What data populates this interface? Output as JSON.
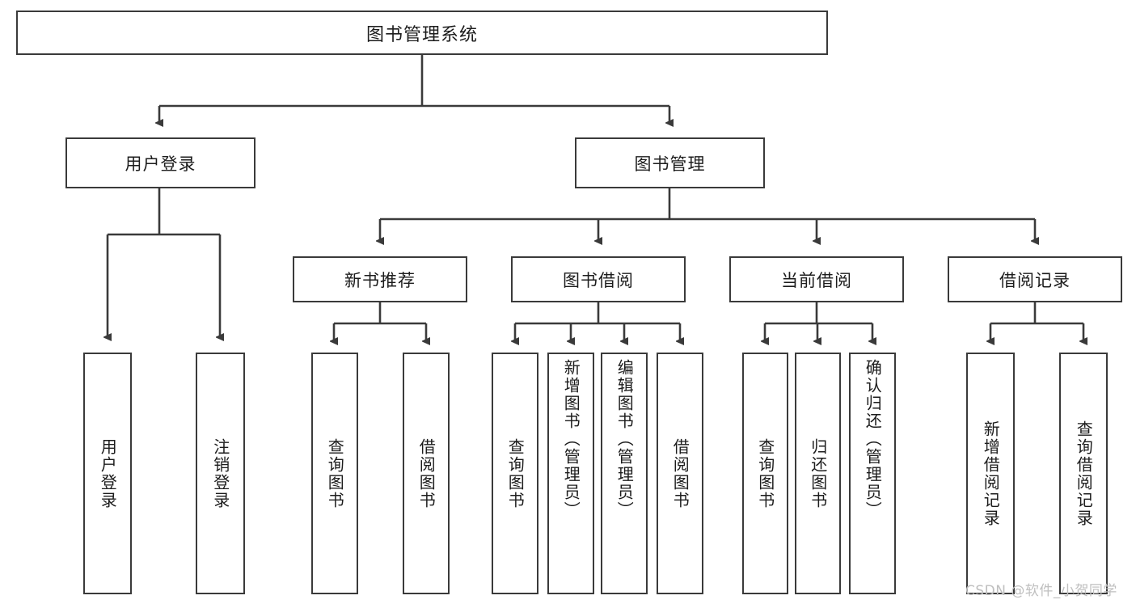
{
  "diagram": {
    "title": "图书管理系统",
    "type": "tree-structure-chart",
    "watermark": "CSDN @软件_小贺同学",
    "colors": {
      "box_border": "#3a3a3a",
      "box_fill": "#ffffff",
      "edge": "#3a3a3a",
      "text": "#1c1c1c",
      "watermark": "#bfbfbf",
      "background": "#ffffff"
    },
    "nodes": {
      "root": {
        "label": "图书管理系统"
      },
      "level2": [
        {
          "id": "user-login",
          "label": "用户登录"
        },
        {
          "id": "book-manage",
          "label": "图书管理"
        }
      ],
      "level3": [
        {
          "id": "new-book-recommend",
          "label": "新书推荐"
        },
        {
          "id": "book-borrow",
          "label": "图书借阅"
        },
        {
          "id": "current-borrow",
          "label": "当前借阅"
        },
        {
          "id": "borrow-record",
          "label": "借阅记录"
        }
      ],
      "leaves": {
        "user_login": [
          {
            "id": "leaf-user-login",
            "label": "用户登录"
          },
          {
            "id": "leaf-logout-login",
            "label": "注销登录"
          }
        ],
        "new_book_recommend": [
          {
            "id": "leaf-query-book-1",
            "label": "查询图书"
          },
          {
            "id": "leaf-borrow-book-1",
            "label": "借阅图书"
          }
        ],
        "book_borrow": [
          {
            "id": "leaf-query-book-2",
            "label": "查询图书"
          },
          {
            "id": "leaf-add-book-admin",
            "label": "新增图书（管理员）"
          },
          {
            "id": "leaf-edit-book-admin",
            "label": "编辑图书（管理员）"
          },
          {
            "id": "leaf-borrow-book-2",
            "label": "借阅图书"
          }
        ],
        "current_borrow": [
          {
            "id": "leaf-query-book-3",
            "label": "查询图书"
          },
          {
            "id": "leaf-return-book",
            "label": "归还图书"
          },
          {
            "id": "leaf-confirm-return-admin",
            "label": "确认归还（管理员）"
          }
        ],
        "borrow_record": [
          {
            "id": "leaf-add-borrow-record",
            "label": "新增借阅记录"
          },
          {
            "id": "leaf-query-borrow-record",
            "label": "查询借阅记录"
          }
        ]
      }
    }
  }
}
